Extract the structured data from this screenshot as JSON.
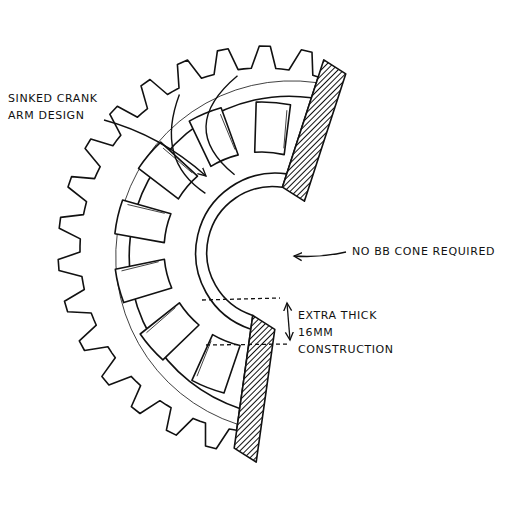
{
  "diagram": {
    "labels": [
      "SINKED CRANK ARM DESIGN",
      "NO BB CONE REQUIRED",
      "EXTRA THICK 16MM CONSTRUCTION"
    ]
  }
}
